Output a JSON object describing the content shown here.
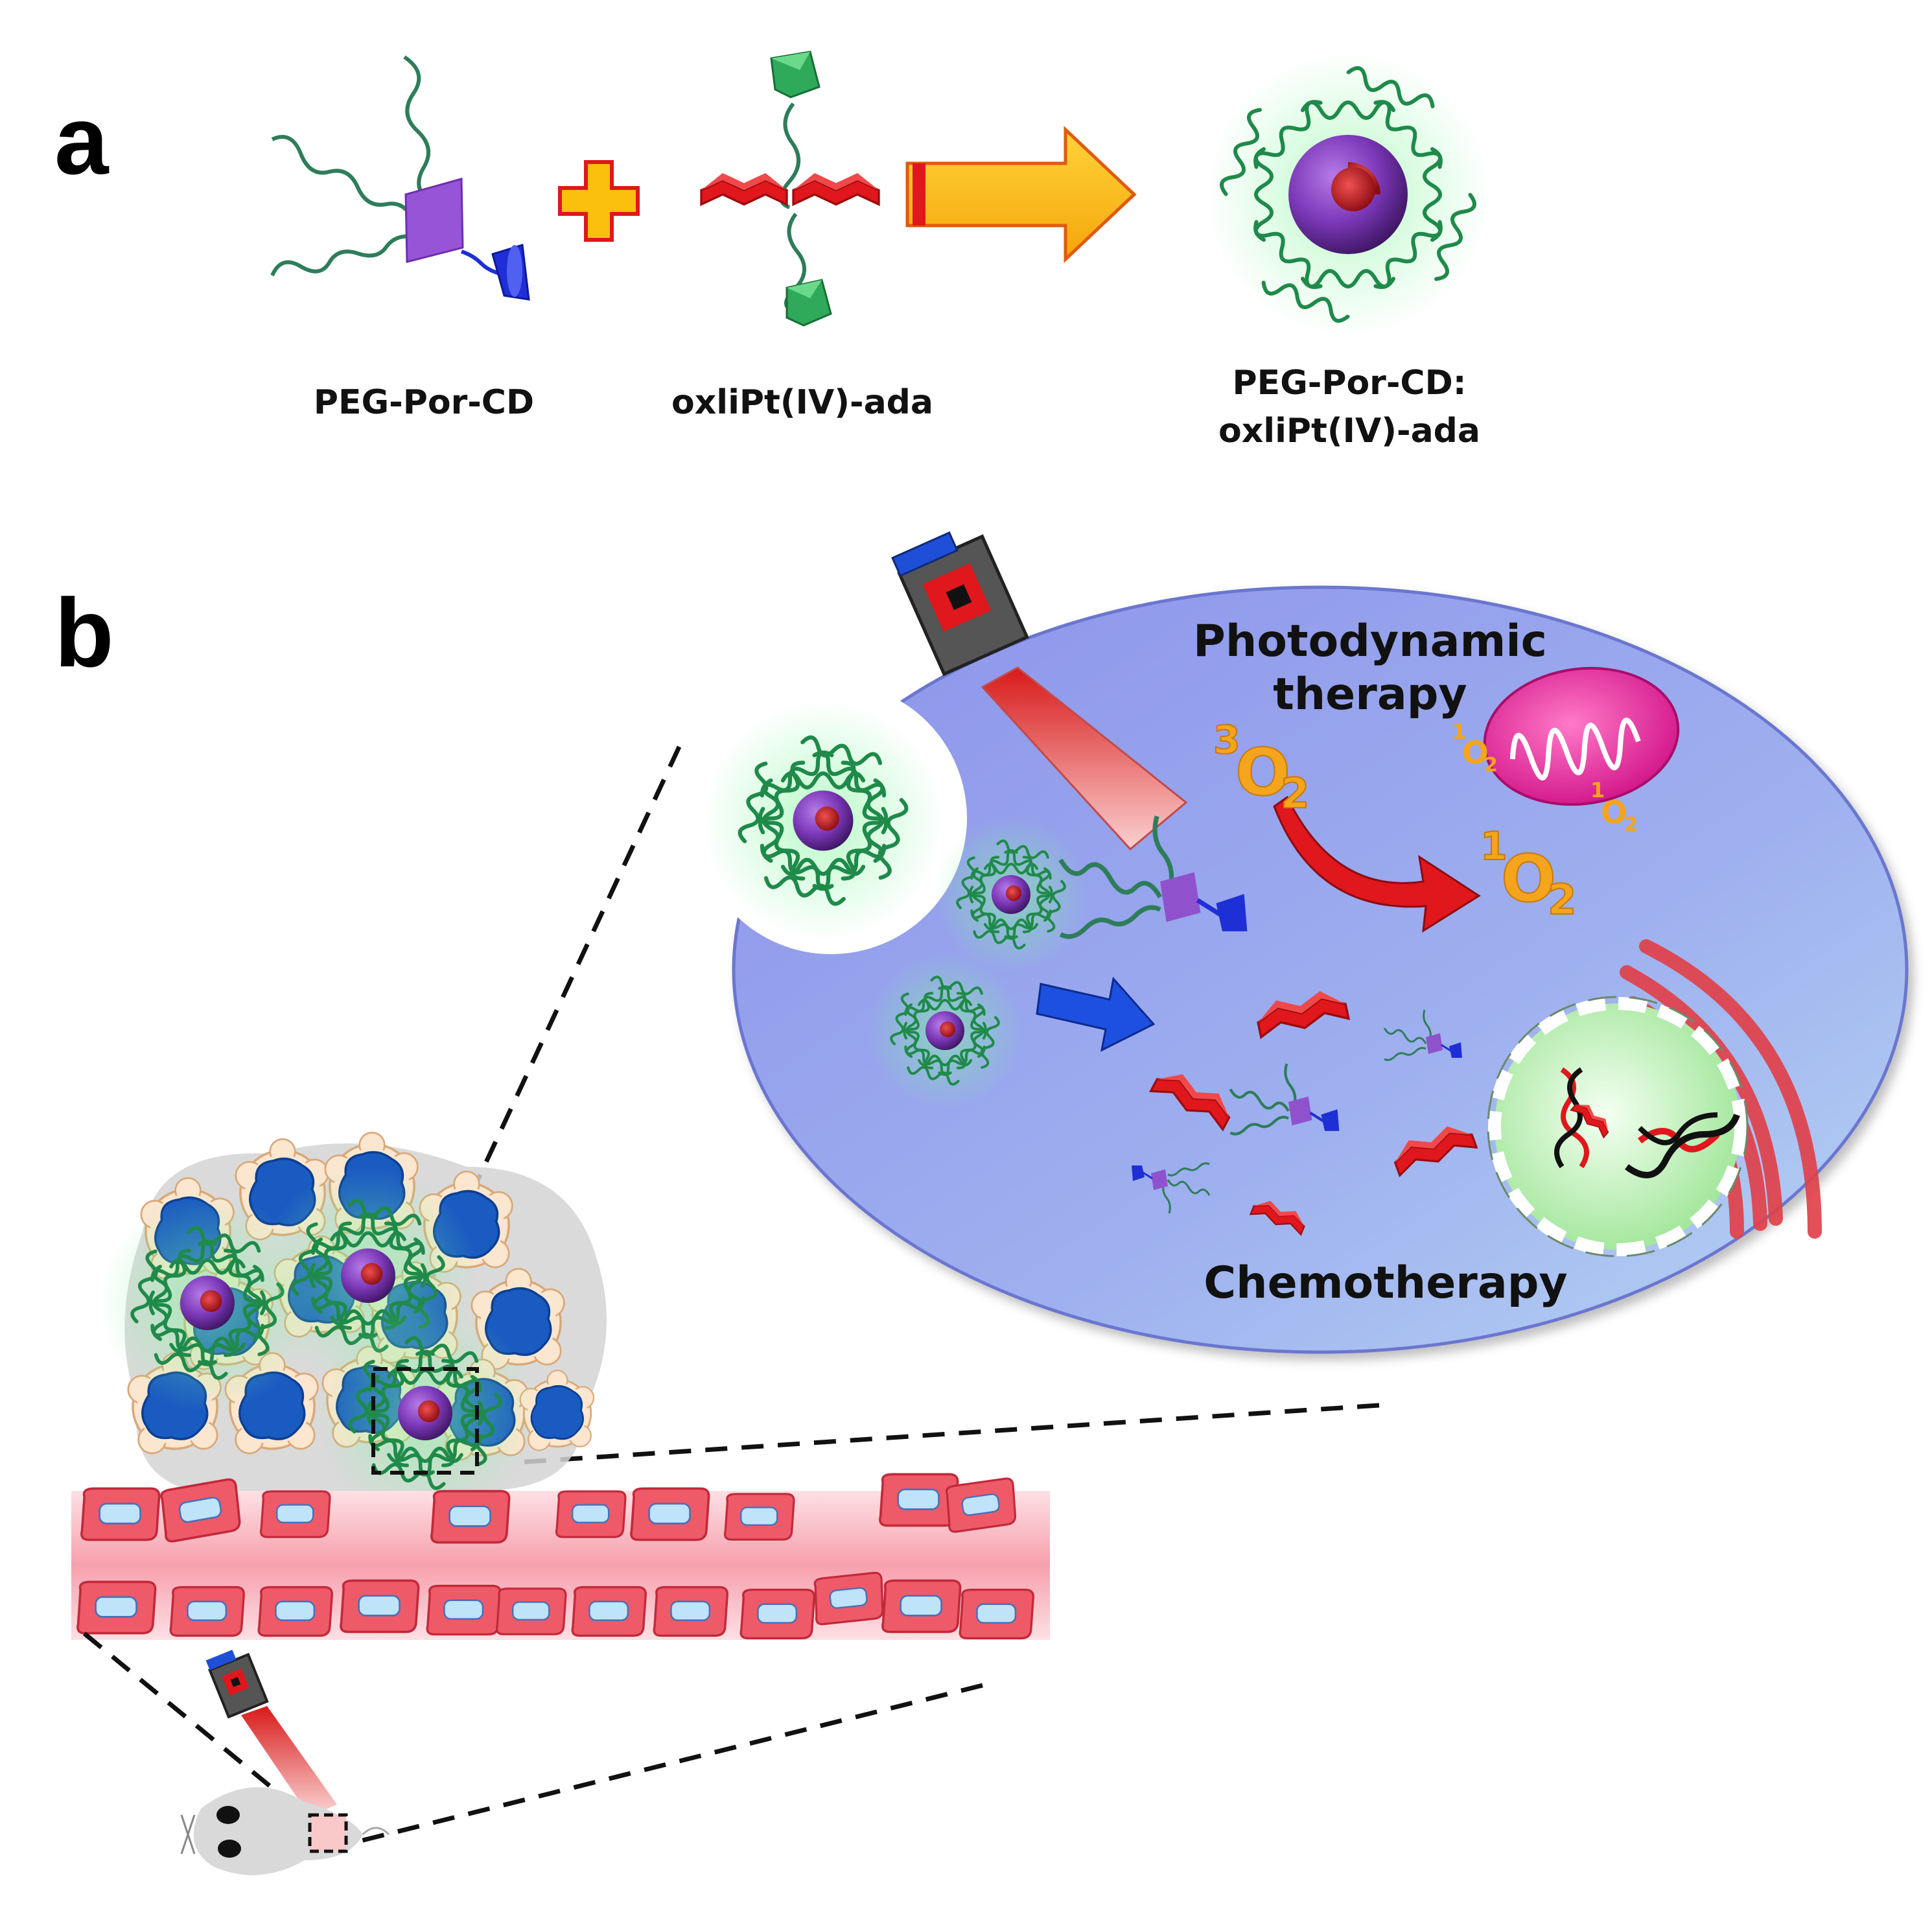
{
  "panel_a": {
    "letter": "a",
    "label_peg_por_cd": "PEG-Por-CD",
    "label_oxlipt_ada": "oxliPt(IV)-ada",
    "label_complex_line1": "PEG-Por-CD:",
    "label_complex_line2": "oxliPt(IV)-ada"
  },
  "panel_b": {
    "letter": "b",
    "pdt_line1": "Photodynamic",
    "pdt_line2": "therapy",
    "chemo": "Chemotherapy",
    "triplet_oxygen": {
      "sup": "3",
      "base": "O",
      "sub": "2"
    },
    "singlet_oxygen": {
      "sup": "1",
      "base": "O",
      "sub": "2"
    }
  },
  "colors": {
    "peg_green": "#2e7d5a",
    "porphyrin_purple": "#8f52cc",
    "cyclodextrin_blue": "#1f2fd6",
    "platinum_red": "#e0171c",
    "arrow_yellow": "#fbbf0e",
    "oxygen_orange": "#f4a51c",
    "cell_blue": "#9aa3ee",
    "vessel_red": "#ef5a68"
  }
}
